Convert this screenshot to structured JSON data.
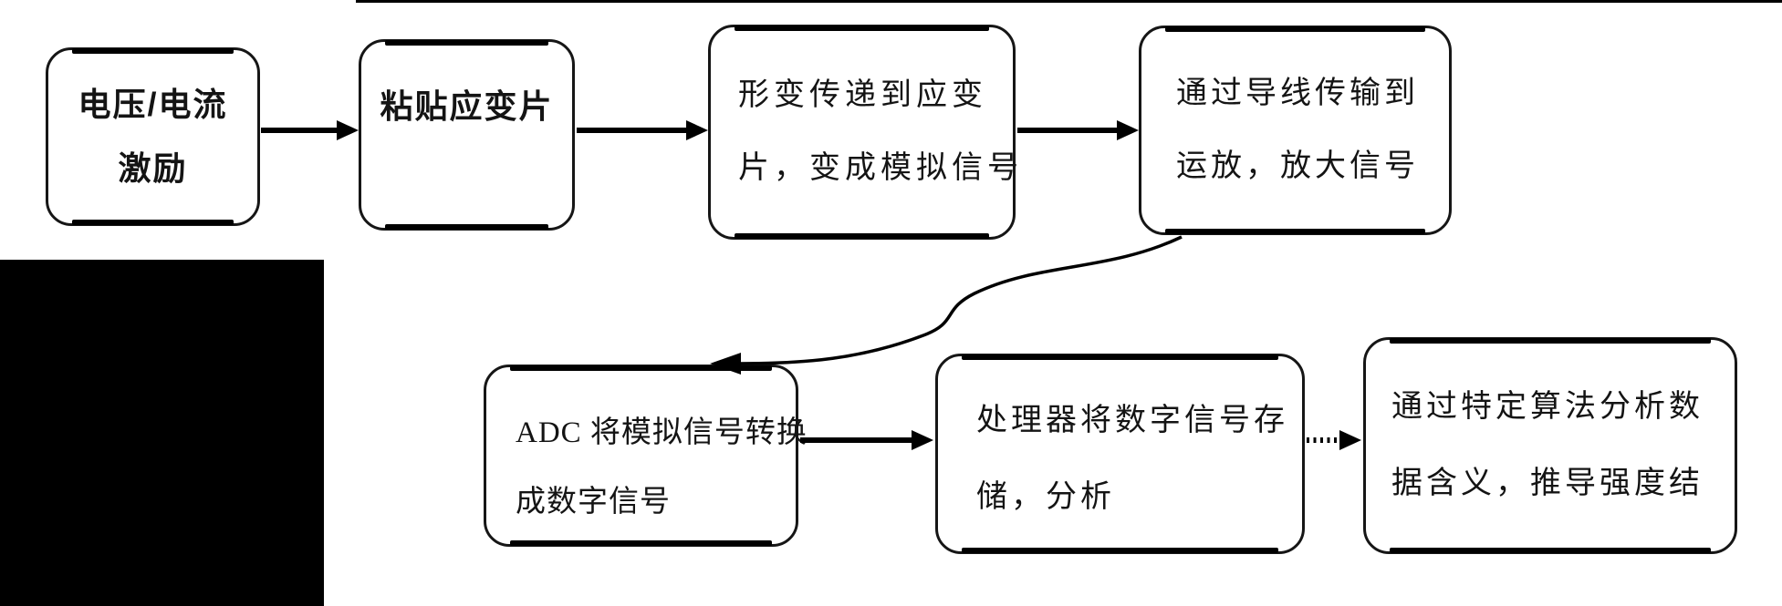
{
  "diagram": {
    "type": "flowchart",
    "background": "#ffffff",
    "stroke_color": "#000000",
    "nodes": [
      {
        "id": "excitation",
        "lines": [
          "电压/电流",
          "激励"
        ]
      },
      {
        "id": "attach-strain-gauge",
        "lines": [
          "粘贴应变片"
        ]
      },
      {
        "id": "deformation-analog",
        "lines": [
          "形变传递到应变",
          "片，变成模拟信号"
        ]
      },
      {
        "id": "wire-opamp",
        "lines": [
          "通过导线传输到",
          "运放，放大信号"
        ]
      },
      {
        "id": "adc-convert",
        "lines": [
          "ADC 将模拟信号转换",
          "成数字信号"
        ]
      },
      {
        "id": "processor-store",
        "lines": [
          "处理器将数字信号存",
          "储，分析"
        ]
      },
      {
        "id": "algorithm-analysis",
        "lines": [
          "通过特定算法分析数",
          "据含义，推导强度结"
        ]
      }
    ],
    "edges": [
      {
        "from": "excitation",
        "to": "attach-strain-gauge",
        "style": "solid-arrow"
      },
      {
        "from": "attach-strain-gauge",
        "to": "deformation-analog",
        "style": "solid-arrow"
      },
      {
        "from": "deformation-analog",
        "to": "wire-opamp",
        "style": "solid-arrow"
      },
      {
        "from": "wire-opamp",
        "to": "adc-convert",
        "style": "curved-arrow"
      },
      {
        "from": "adc-convert",
        "to": "processor-store",
        "style": "solid-arrow"
      },
      {
        "from": "processor-store",
        "to": "algorithm-analysis",
        "style": "dotted-arrow"
      }
    ]
  }
}
